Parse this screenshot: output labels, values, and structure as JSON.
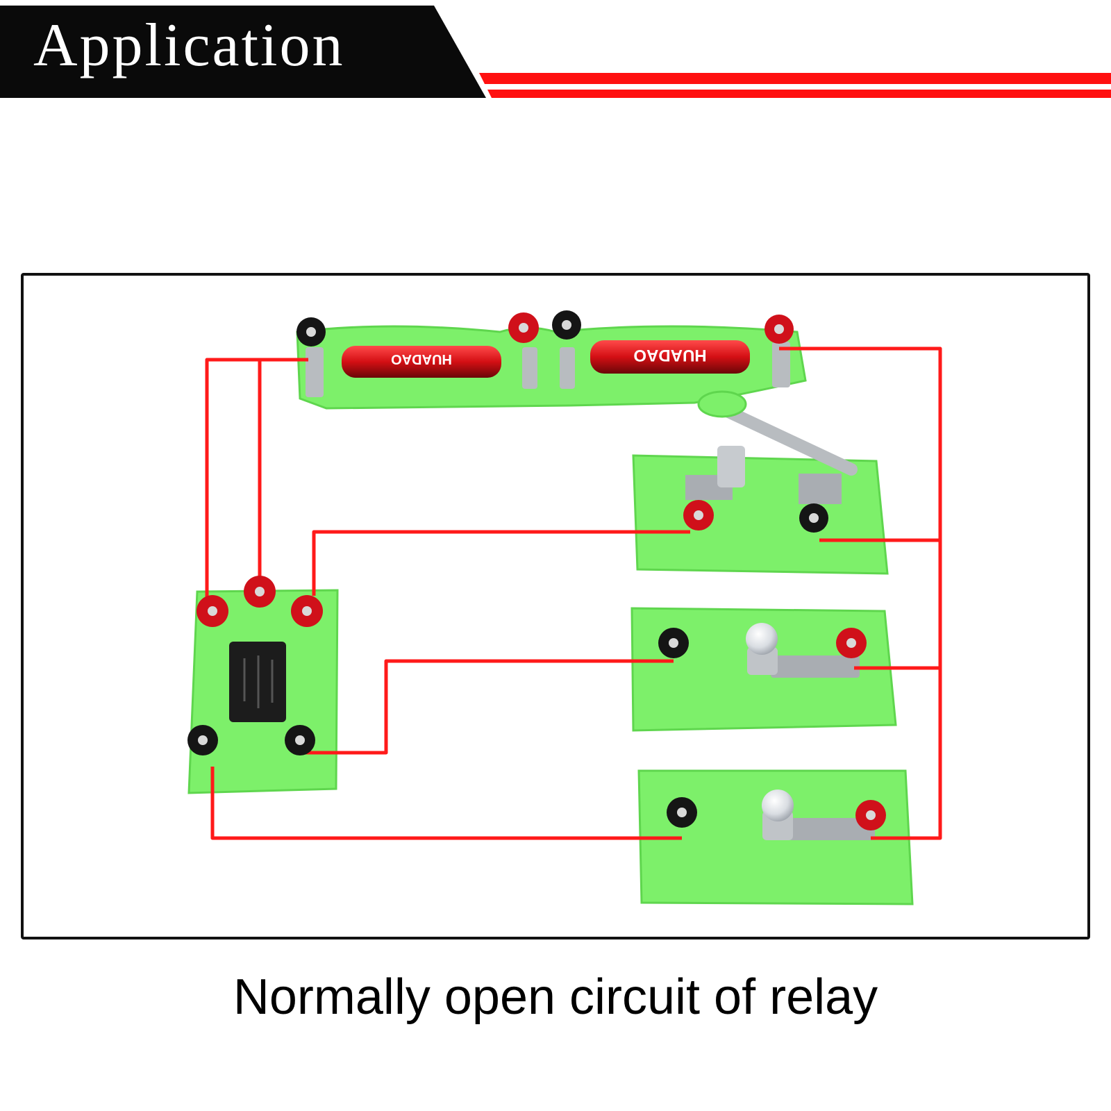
{
  "header": {
    "title": "Application",
    "colors": {
      "band": "#0a0a0a",
      "stripe": "#ff1010"
    }
  },
  "battery_labels": [
    "HUADAO",
    "HUADAO"
  ],
  "caption": "Normally open circuit of relay",
  "colors": {
    "board": "#7df06a",
    "board_dark": "#5fd64e",
    "wire": "#ff1a1a",
    "terminal_red": "#d0101a",
    "terminal_black": "#151515",
    "metal": "#b8bcc0",
    "relay": "#1c1c1c"
  }
}
